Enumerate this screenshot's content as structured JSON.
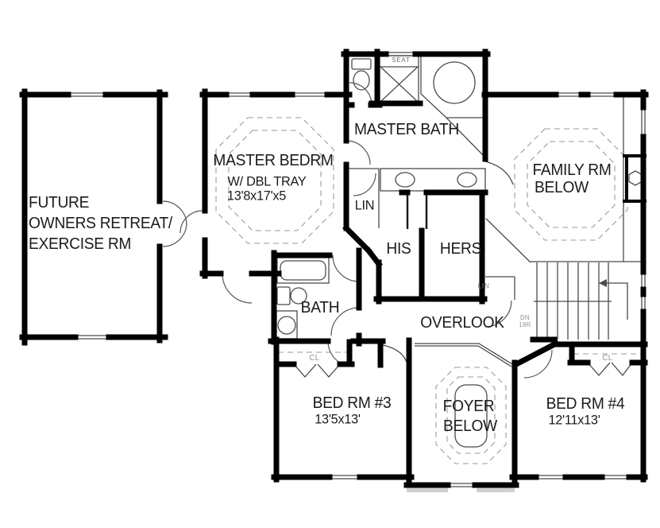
{
  "plan": {
    "type": "architectural-floor-plan",
    "floor": "second-floor",
    "rooms": {
      "future_room": {
        "lines": [
          "FUTURE",
          "OWNERS RETREAT/",
          "EXERCISE RM"
        ]
      },
      "master_bedroom": {
        "name": "MASTER BEDRM",
        "feature": "W/ DBL TRAY",
        "dims": "13'8x17'x5"
      },
      "master_bath": {
        "name": "MASTER BATH",
        "seat_label": "SEAT",
        "his_closet": "HIS",
        "hers_closet": "HERS",
        "linen": "LIN"
      },
      "family_room": {
        "lines": [
          "FAMILY RM",
          "BELOW"
        ]
      },
      "hall_bath": {
        "name": "BATH"
      },
      "overlook": {
        "name": "OVERLOOK",
        "stairs_direction": "DN",
        "stairs_risers": "18R",
        "linen": "LIN"
      },
      "bedroom3": {
        "name": "BED RM #3",
        "dims": "13'5x13'",
        "closet": "CL"
      },
      "foyer": {
        "lines": [
          "FOYER",
          "BELOW"
        ]
      },
      "bedroom4": {
        "name": "BED RM #4",
        "dims": "12'11x13'",
        "closet": "CL"
      }
    },
    "colors": {
      "walls": "#000000",
      "thin_lines": "#4a4a4a",
      "dashed_details": "#9a9a9a",
      "text": "#1b1b1b",
      "muted_text": "#8f8f8f",
      "background": "#ffffff"
    }
  }
}
